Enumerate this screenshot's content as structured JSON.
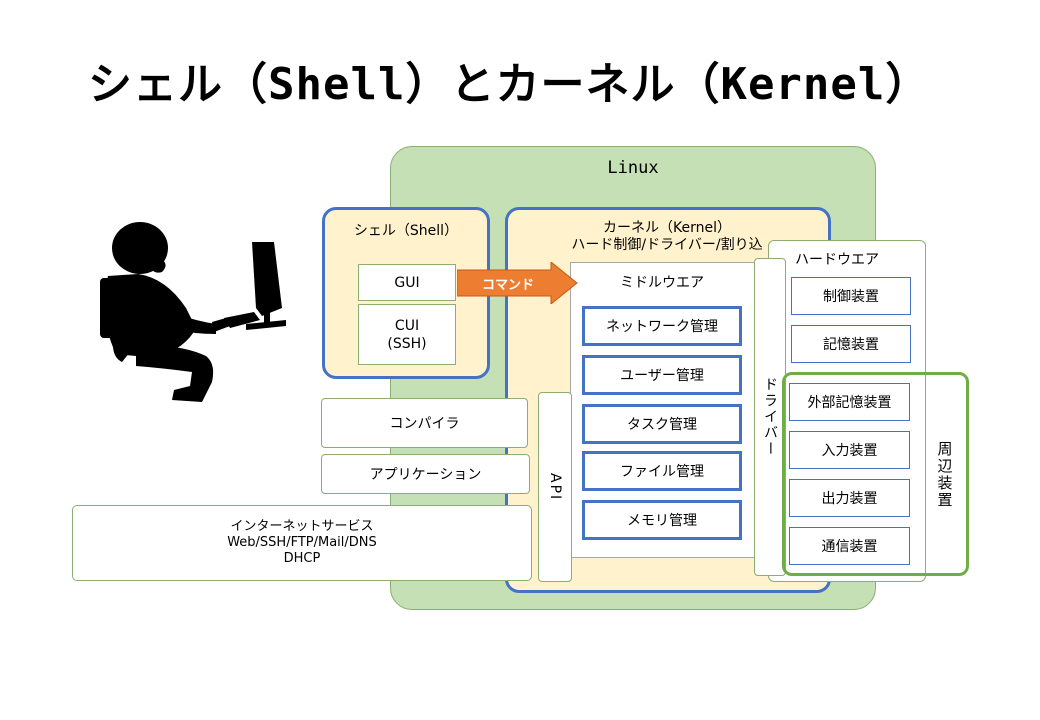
{
  "title": "シェル（Shell）とカーネル（Kernel）",
  "linux": {
    "label": "Linux"
  },
  "shell": {
    "label": "シェル（Shell）",
    "gui": "GUI",
    "cui_line1": "CUI",
    "cui_line2": "(SSH)"
  },
  "command_arrow": {
    "label": "コマンド"
  },
  "kernel": {
    "label_line1": "カーネル（Kernel）",
    "label_line2": "ハード制御/ドライバー/割り込"
  },
  "middleware": {
    "label": "ミドルウエア",
    "items": [
      "ネットワーク管理",
      "ユーザー管理",
      "タスク管理",
      "ファイル管理",
      "メモリ管理"
    ]
  },
  "api": {
    "label": "API"
  },
  "driver": {
    "label": "ドライバー"
  },
  "compiler": {
    "label": "コンパイラ"
  },
  "application": {
    "label": "アプリケーション"
  },
  "internet": {
    "line1": "インターネットサービス",
    "line2": "Web/SSH/FTP/Mail/DNS",
    "line3": "DHCP"
  },
  "hardware": {
    "label": "ハードウエア",
    "core": [
      "制御装置",
      "記憶装置"
    ],
    "peripheral_label": "周辺装置",
    "peripheral": [
      "外部記憶装置",
      "入力装置",
      "出力装置",
      "通信装置"
    ]
  },
  "colors": {
    "linux_bg": "#c5e0b4",
    "kernel_bg": "#fff2cc",
    "blue_border": "#4472c4",
    "green_border": "#70ad47",
    "arrow": "#ed7d31"
  }
}
